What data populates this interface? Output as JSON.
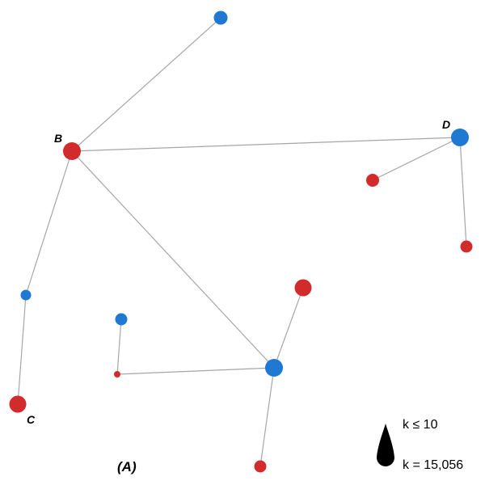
{
  "panel_label": "(A)",
  "colors": {
    "red": "#d22b2b",
    "blue": "#1f78d1",
    "edge": "#a6a6a6"
  },
  "nodes": [
    {
      "id": "n1",
      "color": "blue"
    },
    {
      "id": "B",
      "label": "B",
      "color": "red"
    },
    {
      "id": "D",
      "label": "D",
      "color": "blue"
    },
    {
      "id": "n4",
      "color": "red"
    },
    {
      "id": "n5",
      "color": "red"
    },
    {
      "id": "n6",
      "color": "red"
    },
    {
      "id": "n7",
      "color": "blue"
    },
    {
      "id": "n8",
      "color": "blue"
    },
    {
      "id": "n9",
      "color": "red"
    },
    {
      "id": "hub",
      "color": "blue"
    },
    {
      "id": "C",
      "label": "C",
      "color": "red"
    },
    {
      "id": "n12",
      "color": "red"
    }
  ],
  "edges": [
    [
      "B",
      "n1"
    ],
    [
      "B",
      "D"
    ],
    [
      "B",
      "hub"
    ],
    [
      "B",
      "n7"
    ],
    [
      "n7",
      "C"
    ],
    [
      "D",
      "n4"
    ],
    [
      "D",
      "n5"
    ],
    [
      "n6",
      "hub"
    ],
    [
      "hub",
      "n12"
    ],
    [
      "n9",
      "hub"
    ],
    [
      "n8",
      "n9"
    ]
  ],
  "legend": {
    "min_label": "k ≤ 10",
    "max_label": "k = 15,056"
  }
}
